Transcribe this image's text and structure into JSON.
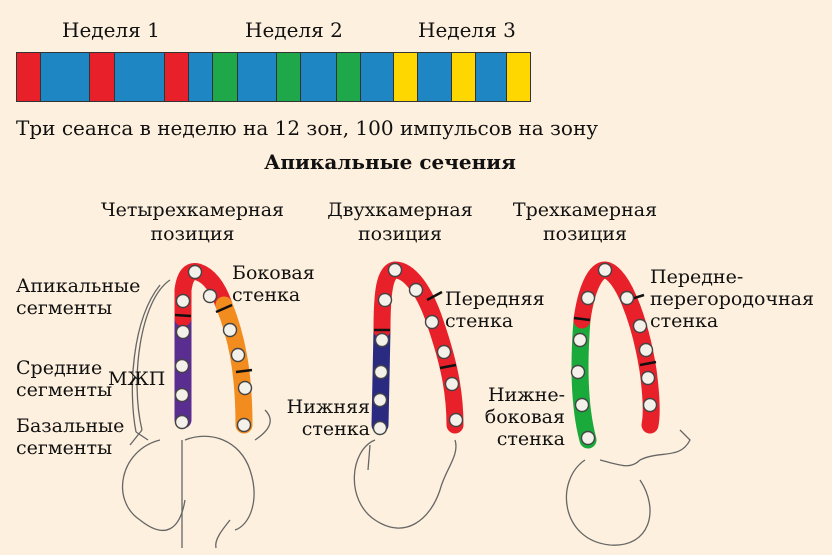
{
  "weeks": [
    "Неделя 1",
    "Неделя 2",
    "Неделя 3"
  ],
  "schedule_colors": {
    "red": "#e8202a",
    "blue": "#1f86c4",
    "green": "#1ea84a",
    "yellow": "#ffd700"
  },
  "schedule_segments": [
    "red",
    "blue",
    "red",
    "blue",
    "red",
    "blue",
    "green",
    "blue",
    "green",
    "blue",
    "green",
    "blue",
    "yellow",
    "blue",
    "yellow",
    "blue",
    "yellow"
  ],
  "caption": "Три сеанса в неделю на 12 зон, 100 импульсов на зону",
  "section_title": "Апикальные сечения",
  "views": [
    {
      "title_line1": "Четырехкамерная",
      "title_line2": "позиция"
    },
    {
      "title_line1": "Двухкамерная",
      "title_line2": "позиция"
    },
    {
      "title_line1": "Трехкамерная",
      "title_line2": "позиция"
    }
  ],
  "labels": {
    "apical": "Апикальные сегменты",
    "middle": "Средние сегменты",
    "basal": "Базальные сегменты",
    "ivs": "МЖП",
    "lateral": "Боковая стенка",
    "anterior": "Передняя стенка",
    "inferior": "Нижняя стенка",
    "anteroseptal": "Передне-перегородочная стенка",
    "inferolateral": "Нижне-боковая стенка"
  },
  "wall_colors": {
    "red": "#e8202a",
    "purple": "#5a2d91",
    "navy": "#2a2a80",
    "orange": "#f28c1e",
    "green": "#1aaa3c"
  }
}
